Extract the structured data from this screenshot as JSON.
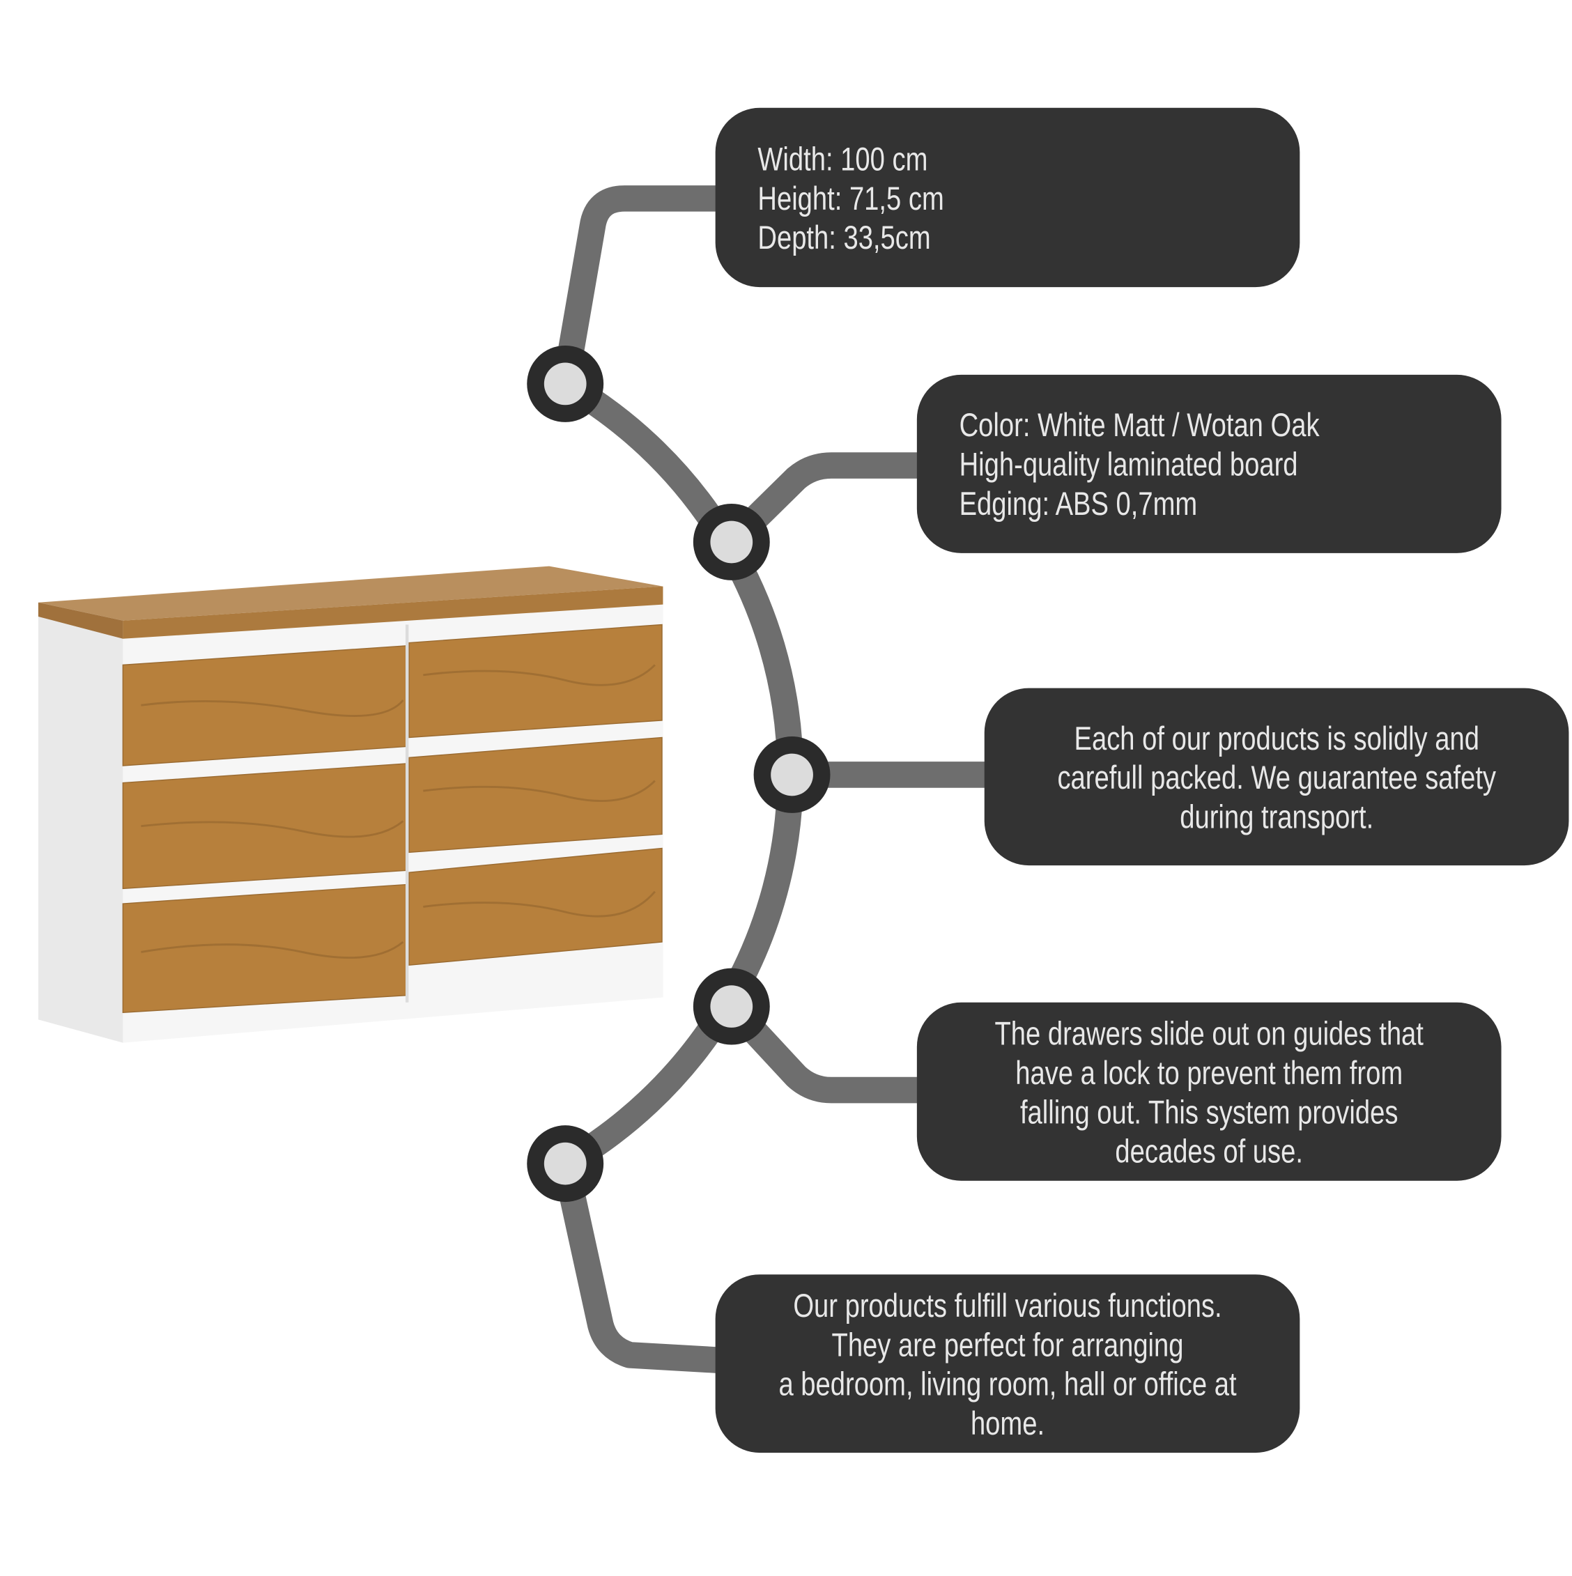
{
  "colors": {
    "box": "#333333",
    "connector": "#6e6e6e",
    "node_ring": "#2b2b2b",
    "node_fill": "#dcdcdc",
    "wood": "#b7823f",
    "white_panel": "#f4f4f4"
  },
  "product_image": "white-chest-of-drawers-wotan-oak",
  "features": [
    {
      "lines": [
        "Width: 100 cm",
        "Height: 71,5 cm",
        "Depth: 33,5cm"
      ]
    },
    {
      "lines": [
        "Color: White Matt / Wotan Oak",
        "High-quality laminated board",
        "Edging: ABS 0,7mm"
      ]
    },
    {
      "lines": [
        "Each of our products is solidly and",
        "carefull packed. We guarantee safety",
        "during transport."
      ]
    },
    {
      "lines": [
        "The drawers slide out on guides that",
        "have a lock to prevent them from",
        "falling out. This system provides",
        "decades of use."
      ]
    },
    {
      "lines": [
        "Our products fulfill various functions.",
        "They are perfect for arranging",
        "a bedroom, living room, hall or office at",
        "home."
      ]
    }
  ]
}
